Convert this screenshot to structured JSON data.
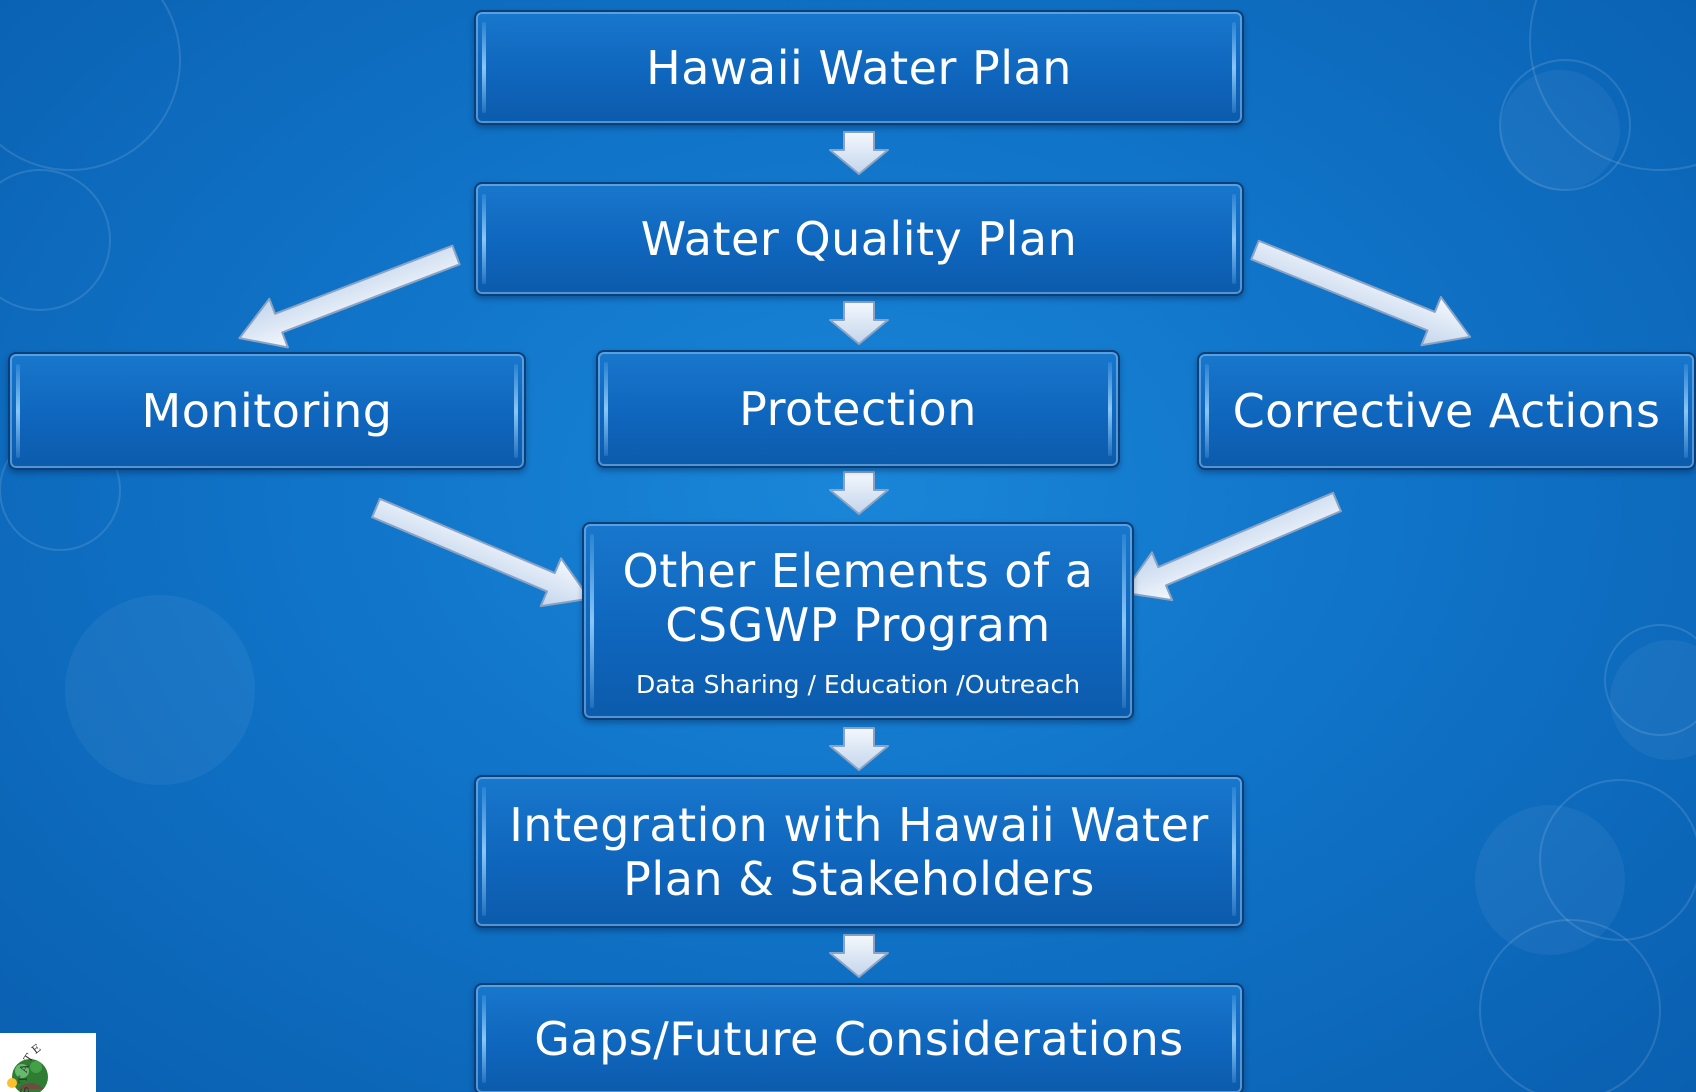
{
  "diagram": {
    "boxes": {
      "hawaii_water_plan": "Hawaii Water Plan",
      "water_quality_plan": "Water Quality Plan",
      "monitoring": "Monitoring",
      "protection": "Protection",
      "corrective_actions": "Corrective Actions",
      "other_elements": "Other Elements of a CSGWP Program",
      "other_elements_sub": "Data Sharing / Education /Outreach",
      "integration": "Integration with Hawaii Water Plan & Stakeholders",
      "gaps": "Gaps/Future Considerations"
    },
    "logo": {
      "text": "STATE",
      "icon": "state-seal-icon"
    }
  },
  "colors": {
    "background": "#1074c8",
    "box_fill": "#0f66bd",
    "box_border": "#0b3f78",
    "arrow_fill": "#dce8f6",
    "arrow_stroke": "#8aa3c4",
    "text": "#ffffff"
  }
}
